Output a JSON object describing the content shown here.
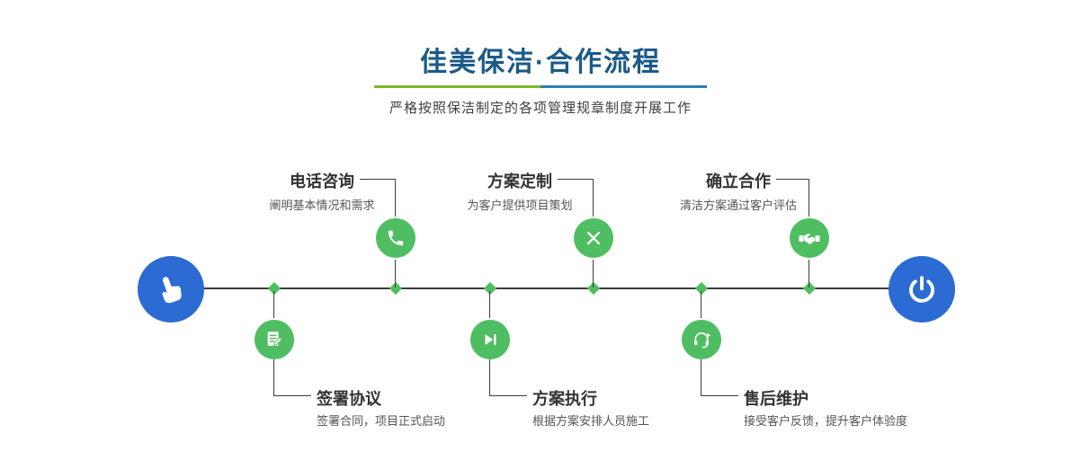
{
  "header": {
    "title": "佳美保洁·合作流程",
    "subtitle": "严格按照保洁制定的各项管理规章制度开展工作"
  },
  "colors": {
    "title_blue": "#1b5a88",
    "divider_green": "#7cb92e",
    "divider_blue": "#2e7fae",
    "node_green": "#4fbe62",
    "endpoint_blue": "#2b6bd3",
    "line_dark": "#3c3c3c"
  },
  "timeline": {
    "start_icon": "hand-pointer-icon",
    "end_icon": "power-icon",
    "steps_top": [
      {
        "title": "电话咨询",
        "desc": "阐明基本情况和需求",
        "icon": "phone-icon"
      },
      {
        "title": "方案定制",
        "desc": "为客户提供项目策划",
        "icon": "design-tools-icon"
      },
      {
        "title": "确立合作",
        "desc": "清洁方案通过客户评估",
        "icon": "handshake-icon"
      }
    ],
    "steps_bottom": [
      {
        "title": "签署协议",
        "desc": "签署合同，项目正式启动",
        "icon": "document-sign-icon"
      },
      {
        "title": "方案执行",
        "desc": "根据方案安排人员施工",
        "icon": "play-icon"
      },
      {
        "title": "售后维护",
        "desc": "接受客户反馈，提升客户体验度",
        "icon": "headset-icon"
      }
    ]
  }
}
